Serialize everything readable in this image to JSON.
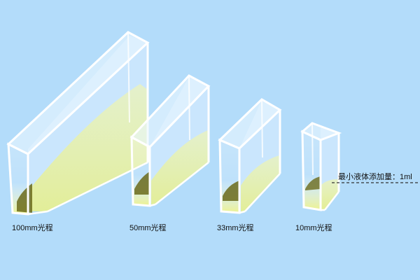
{
  "cuvettes": [
    {
      "id": "100",
      "path_length_label": "100mm光程"
    },
    {
      "id": "50",
      "path_length_label": "50mm光程"
    },
    {
      "id": "33",
      "path_length_label": "33mm光程"
    },
    {
      "id": "10",
      "path_length_label": "10mm光程"
    }
  ],
  "annotation": {
    "min_volume_text": "最小液体添加量：1ml"
  },
  "colors": {
    "background": "#b3dcfa",
    "glass": "#e2f1fd",
    "liquid": "#f2f6a2",
    "liquid_bottom": "#e8ee3c",
    "shadow": "#6b6a1a",
    "edge": "#ffffff",
    "dashed_line": "#333333"
  }
}
